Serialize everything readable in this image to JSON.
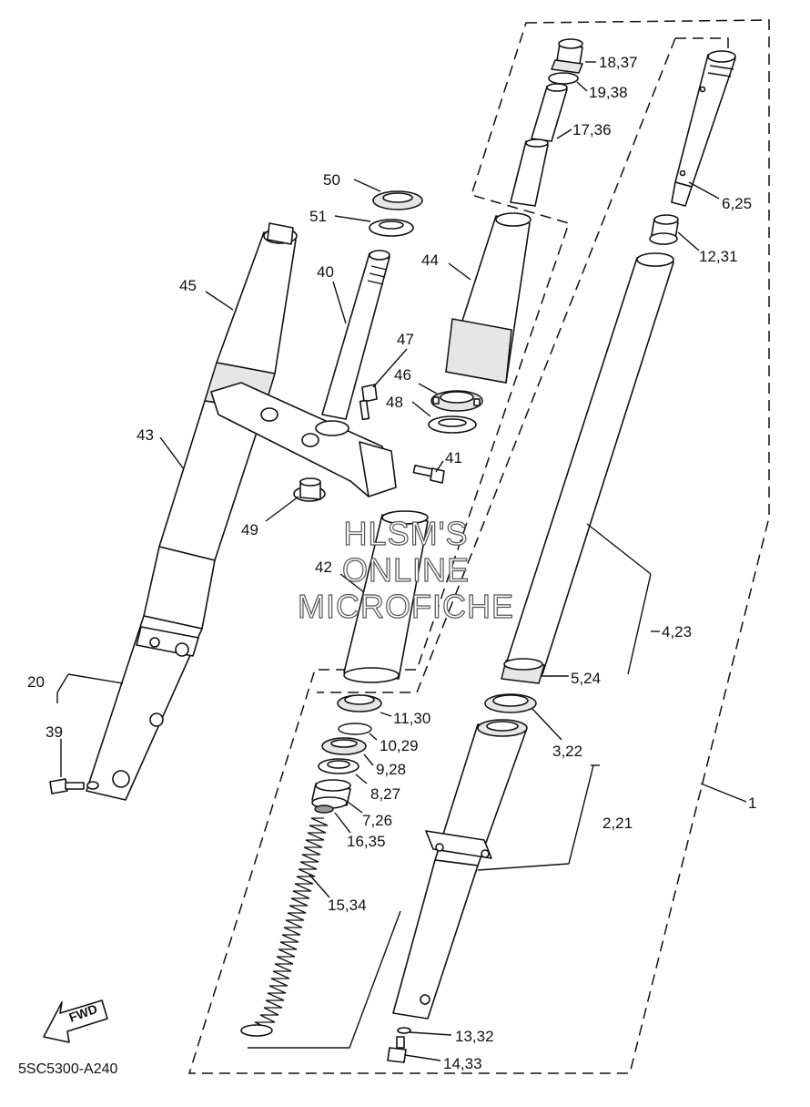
{
  "diagram_code": "5SC5300-A240",
  "watermark": {
    "line1": "HLSM'S",
    "line2": "ONLINE",
    "line3": "MICROFICHE"
  },
  "fwd_label": "FWD",
  "callouts": {
    "c1": "1",
    "c2_21": "2,21",
    "c3_22": "3,22",
    "c4_23": "4,23",
    "c5_24": "5,24",
    "c6_25": "6,25",
    "c7_26": "7,26",
    "c8_27": "8,27",
    "c9_28": "9,28",
    "c10_29": "10,29",
    "c11_30": "11,30",
    "c12_31": "12,31",
    "c13_32": "13,32",
    "c14_33": "14,33",
    "c15_34": "15,34",
    "c16_35": "16,35",
    "c17_36": "17,36",
    "c18_37": "18,37",
    "c19_38": "19,38",
    "c20": "20",
    "c39": "39",
    "c40": "40",
    "c41": "41",
    "c42": "42",
    "c43": "43",
    "c44": "44",
    "c45": "45",
    "c46": "46",
    "c47": "47",
    "c48": "48",
    "c49": "49",
    "c50": "50",
    "c51": "51"
  }
}
